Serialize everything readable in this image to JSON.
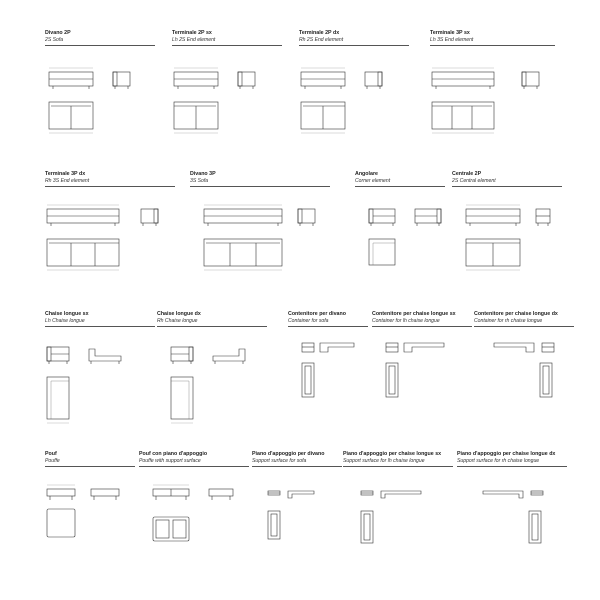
{
  "items": [
    {
      "id": "divano-2p",
      "title": "Divano 2P",
      "subtitle": "2S Sofa"
    },
    {
      "id": "terminale-2p-sx",
      "title": "Terminale 2P sx",
      "subtitle": "Lh 2S End element"
    },
    {
      "id": "terminale-2p-dx",
      "title": "Terminale 2P dx",
      "subtitle": "Rh 2S End element"
    },
    {
      "id": "terminale-3p-sx",
      "title": "Terminale 3P sx",
      "subtitle": "Lh 3S End element"
    },
    {
      "id": "terminale-3p-dx",
      "title": "Terminale 3P dx",
      "subtitle": "Rh 3S End element"
    },
    {
      "id": "divano-3p",
      "title": "Divano 3P",
      "subtitle": "3S Sofa"
    },
    {
      "id": "angolare",
      "title": "Angolare",
      "subtitle": "Corner element"
    },
    {
      "id": "centrale-2p",
      "title": "Centrale 2P",
      "subtitle": "2S Central element"
    },
    {
      "id": "chaise-longue-sx",
      "title": "Chaise longue sx",
      "subtitle": "Lh Chaise longue"
    },
    {
      "id": "chaise-longue-dx",
      "title": "Chaise longue dx",
      "subtitle": "Rh Chaise longue"
    },
    {
      "id": "contenitore-divano",
      "title": "Contenitore per divano",
      "subtitle": "Container for sofa"
    },
    {
      "id": "contenitore-chaise-sx",
      "title": "Contenitore per chaise longue sx",
      "subtitle": "Container for lh chaise longue"
    },
    {
      "id": "contenitore-chaise-dx",
      "title": "Contenitore per chaise longue dx",
      "subtitle": "Container for rh chaise longue"
    },
    {
      "id": "pouf",
      "title": "Pouf",
      "subtitle": "Pouffe"
    },
    {
      "id": "pouf-appoggio",
      "title": "Pouf con piano d'appoggio",
      "subtitle": "Pouffe with support surface"
    },
    {
      "id": "piano-divano",
      "title": "Piano d'appoggio per divano",
      "subtitle": "Support surface for sofa"
    },
    {
      "id": "piano-chaise-sx",
      "title": "Piano d'appoggio per chaise longue sx",
      "subtitle": "Support surface for lh chaise longue"
    },
    {
      "id": "piano-chaise-dx",
      "title": "Piano d'appoggio per chaise longue dx",
      "subtitle": "Support surface for rh chaise longue"
    }
  ]
}
